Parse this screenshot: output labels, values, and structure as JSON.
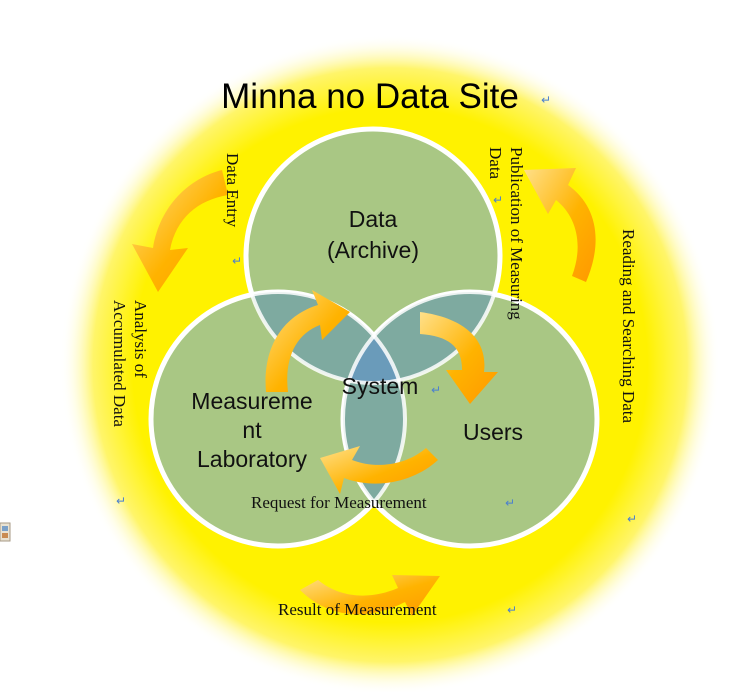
{
  "title": "Minna no Data Site",
  "circles": {
    "data_line1": "Data",
    "data_line2": "(Archive)",
    "lab_line1": "Measureme",
    "lab_line2": "nt",
    "lab_line3": "Laboratory",
    "users": "Users",
    "system": "System"
  },
  "labels": {
    "data_entry": "Data Entry",
    "publication_line1": "Publication of Measuring",
    "publication_line2": "Data",
    "reading_searching": "Reading and Searching Data",
    "analysis_line1": "Analysis of",
    "analysis_line2": "Accumulated Data",
    "request": "Request for Measurement",
    "result": "Result of Measurement"
  },
  "return_mark": "↵",
  "colors": {
    "glow": "#fff200",
    "circle_fill": "#a9c784",
    "overlap": "#78a7a8",
    "center": "#6a9bba",
    "arrow": "#ffb300"
  },
  "icons": [
    "broken-image-icon",
    "return-mark-icon",
    "curved-arrow-icon"
  ]
}
